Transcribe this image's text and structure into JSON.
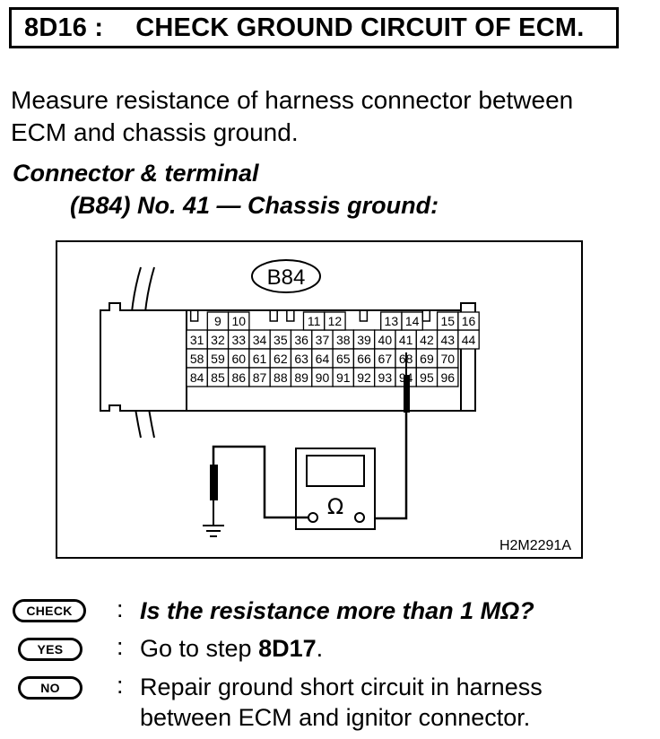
{
  "header": {
    "step_id": "8D16 :",
    "title": "CHECK GROUND CIRCUIT OF ECM."
  },
  "instruction": {
    "line1": "Measure resistance of harness connector between",
    "line2": "ECM and chassis ground."
  },
  "connector": {
    "heading": "Connector & terminal",
    "detail": "(B84) No. 41 — Chassis ground:"
  },
  "diagram": {
    "connector_label": "B84",
    "figure_code": "H2M2291A",
    "meter_symbol": "Ω",
    "top_row_pins": [
      "9",
      "10",
      "11",
      "12",
      "13",
      "14",
      "15",
      "16"
    ],
    "row1": [
      "31",
      "32",
      "33",
      "34",
      "35",
      "36",
      "37",
      "38",
      "39",
      "40",
      "41",
      "42",
      "43",
      "44"
    ],
    "row2": [
      "58",
      "59",
      "60",
      "61",
      "62",
      "63",
      "64",
      "65",
      "66",
      "67",
      "68",
      "69",
      "70"
    ],
    "row3": [
      "84",
      "85",
      "86",
      "87",
      "88",
      "89",
      "90",
      "91",
      "92",
      "93",
      "94",
      "95",
      "96"
    ]
  },
  "check": {
    "badge": "CHECK",
    "colon": ":",
    "question": "Is the resistance more than 1 MΩ?"
  },
  "yes": {
    "badge": "YES",
    "colon": ":",
    "prefix": "Go to step ",
    "step": "8D17",
    "suffix": "."
  },
  "no": {
    "badge": "NO",
    "colon": ":",
    "line1": "Repair ground short circuit in harness",
    "line2": "between ECM and ignitor connector."
  }
}
